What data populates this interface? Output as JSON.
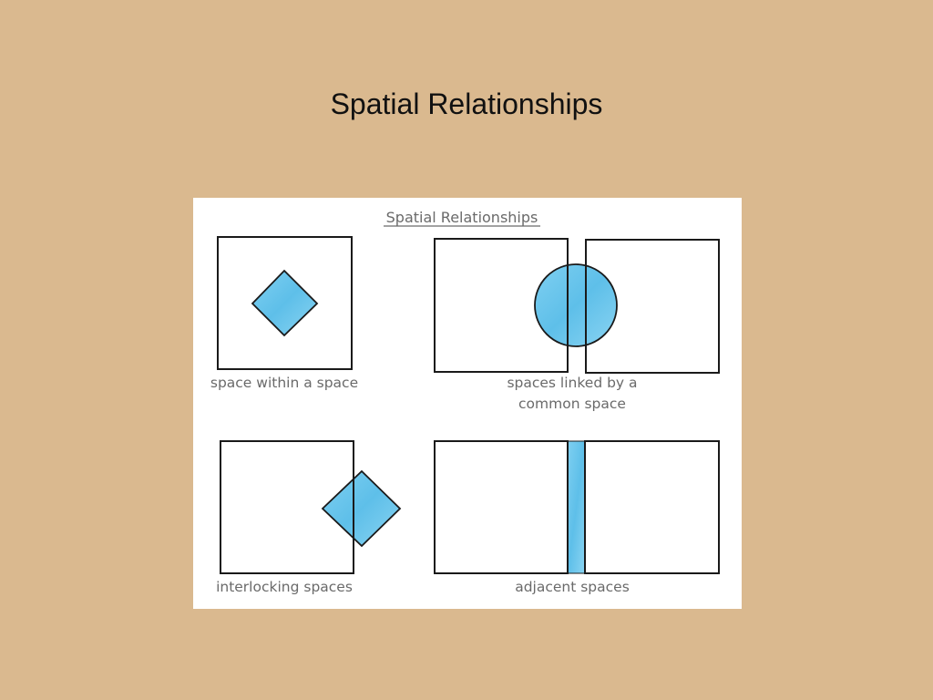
{
  "slide": {
    "title": "Spatial Relationships"
  },
  "diagram": {
    "title": "Spatial Relationships",
    "panels": [
      {
        "id": "within",
        "caption_lines": [
          "space within a space"
        ]
      },
      {
        "id": "linked",
        "caption_lines": [
          "spaces linked by a",
          "common space"
        ]
      },
      {
        "id": "interlocking",
        "caption_lines": [
          "interlocking spaces"
        ]
      },
      {
        "id": "adjacent",
        "caption_lines": [
          "adjacent spaces"
        ]
      }
    ]
  },
  "colors": {
    "background": "#dab98f",
    "paper": "#ffffff",
    "outline": "#1a1a1a",
    "fill": "#6cc6ec",
    "caption": "#6a6a6a"
  }
}
